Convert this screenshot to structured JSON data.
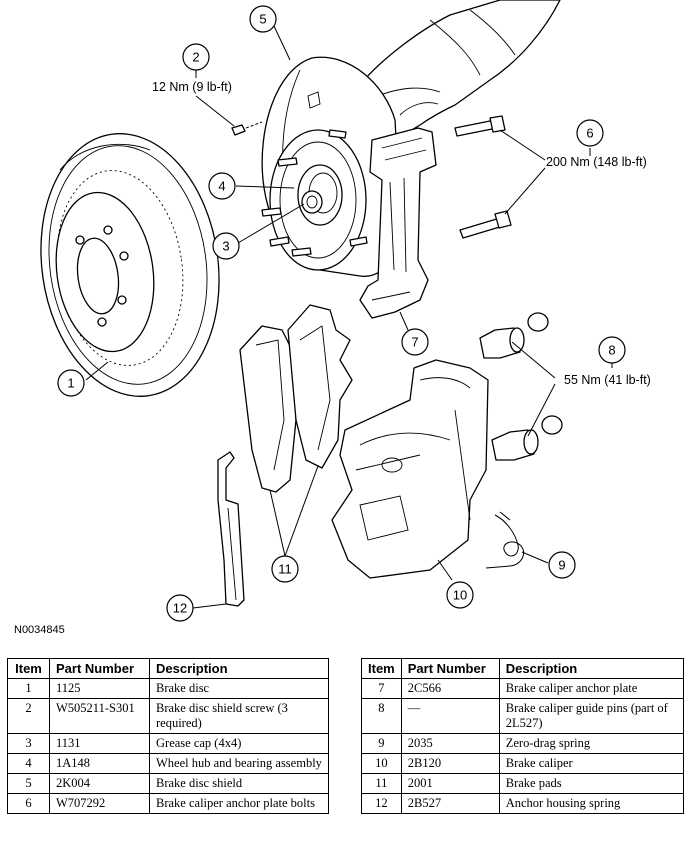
{
  "figure_id": "N0034845",
  "callouts": {
    "c1": "1",
    "c2": "2",
    "c3": "3",
    "c4": "4",
    "c5": "5",
    "c6": "6",
    "c7": "7",
    "c8": "8",
    "c9": "9",
    "c10": "10",
    "c11": "11",
    "c12": "12"
  },
  "torque": {
    "shield_screw": "12 Nm (9 lb-ft)",
    "anchor_bolts": "200 Nm (148 lb-ft)",
    "guide_pins": "55 Nm (41 lb-ft)"
  },
  "table": {
    "headers": {
      "item": "Item",
      "part_number": "Part Number",
      "description": "Description"
    },
    "left_rows": [
      {
        "item": "1",
        "part_number": "1125",
        "description": "Brake disc"
      },
      {
        "item": "2",
        "part_number": "W505211-S301",
        "description": "Brake disc shield screw (3 required)"
      },
      {
        "item": "3",
        "part_number": "1131",
        "description": "Grease cap (4x4)"
      },
      {
        "item": "4",
        "part_number": "1A148",
        "description": "Wheel hub and bearing assembly"
      },
      {
        "item": "5",
        "part_number": "2K004",
        "description": "Brake disc shield"
      },
      {
        "item": "6",
        "part_number": "W707292",
        "description": "Brake caliper anchor plate bolts"
      }
    ],
    "right_rows": [
      {
        "item": "7",
        "part_number": "2C566",
        "description": "Brake caliper anchor plate"
      },
      {
        "item": "8",
        "part_number": "—",
        "description": "Brake caliper guide pins (part of 2L527)"
      },
      {
        "item": "9",
        "part_number": "2035",
        "description": "Zero-drag spring"
      },
      {
        "item": "10",
        "part_number": "2B120",
        "description": "Brake caliper"
      },
      {
        "item": "11",
        "part_number": "2001",
        "description": "Brake pads"
      },
      {
        "item": "12",
        "part_number": "2B527",
        "description": "Anchor housing spring"
      }
    ]
  }
}
